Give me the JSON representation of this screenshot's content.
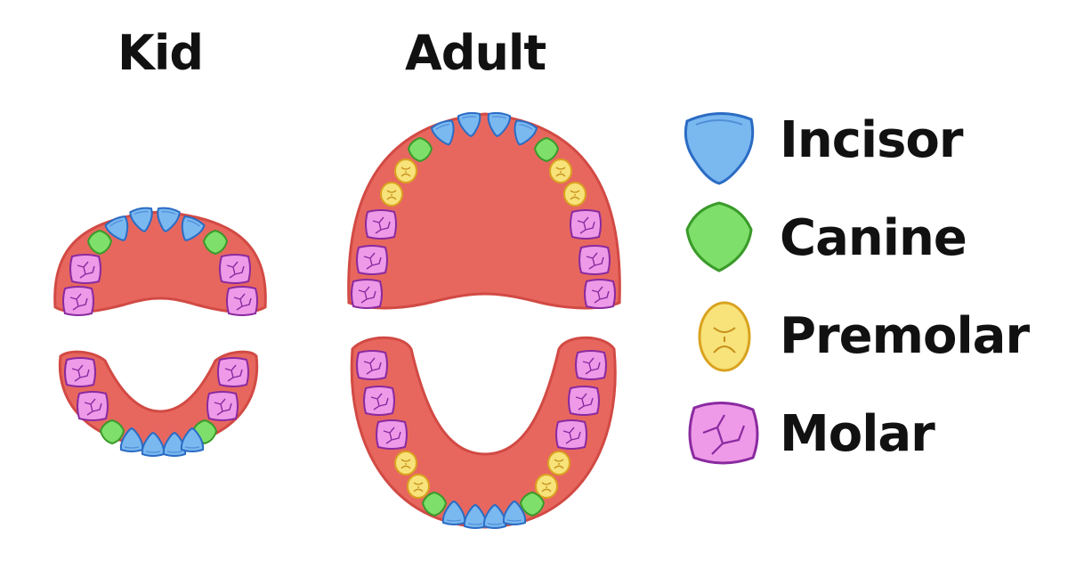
{
  "titles": {
    "kid": "Kid",
    "adult": "Adult"
  },
  "legend": [
    {
      "label": "Incisor",
      "icon": "incisor-icon",
      "fill": "#7ab8f0",
      "stroke": "#2b6cc4"
    },
    {
      "label": "Canine",
      "icon": "canine-icon",
      "fill": "#7ee06a",
      "stroke": "#3a9a2a"
    },
    {
      "label": "Premolar",
      "icon": "premolar-icon",
      "fill": "#f8e27a",
      "stroke": "#d9a21e"
    },
    {
      "label": "Molar",
      "icon": "molar-icon",
      "fill": "#ee9ae8",
      "stroke": "#8a2aa0"
    }
  ],
  "colors": {
    "gum": "#e7675f",
    "gum_edge": "#d24a44"
  }
}
